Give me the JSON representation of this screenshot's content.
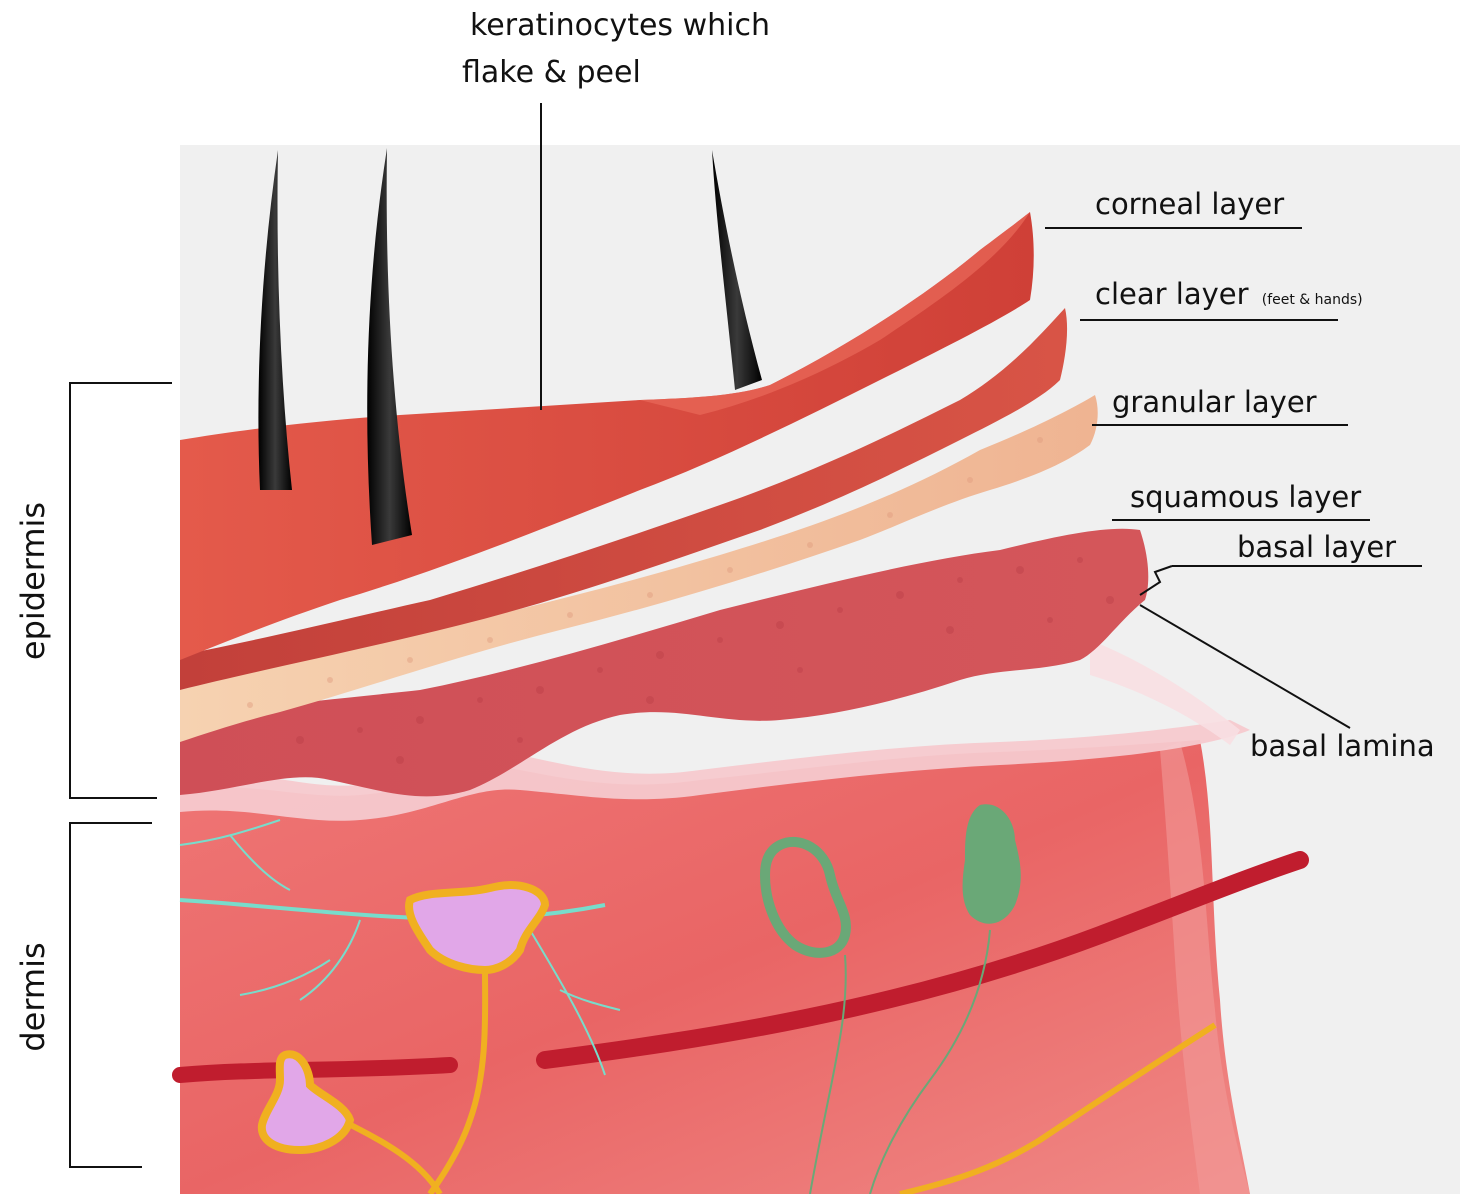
{
  "labels": {
    "top_line1": "keratinocytes which",
    "top_line2": "flake & peel",
    "corneal": "corneal layer",
    "clear": "clear layer",
    "clear_note": "(feet & hands)",
    "granular": "granular layer",
    "squamous": "squamous layer",
    "basal": "basal layer",
    "basal_lamina": "basal lamina",
    "epidermis": "epidermis",
    "dermis": "dermis"
  },
  "colors": {
    "background_panel": "#f0f0f0",
    "corneal": "#d9493f",
    "clear": "#c84038",
    "granular": "#f2c7a6",
    "squamous": "#c9484e",
    "basal_lamina": "#f3d3d6",
    "dermis": "#ec6e6e",
    "hair": "#1b1b1b",
    "blood_vessel": "#c01d2e",
    "nerve": "#f0b020",
    "sensory_capsule": "#e1a7e8",
    "green_receptor": "#6aa877",
    "cyan_fiber": "#78dccb"
  }
}
